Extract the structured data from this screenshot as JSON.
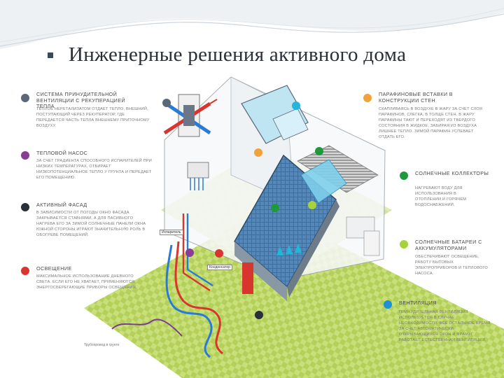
{
  "slide": {
    "title": "Инженерные решения активного дома",
    "colors": {
      "slate": "#5a6878",
      "purple": "#8a3c96",
      "dark": "#2b2f3a",
      "red": "#d9352f",
      "orange": "#f2a23a",
      "cyan": "#22b7d8",
      "green": "#1e9a3c",
      "lime": "#a6d23b",
      "blue": "#1f8fd6"
    }
  },
  "legend_left": [
    {
      "title": "Система принудительной вентиляции с рекуперацией тепла",
      "text": "Теплое неретализатом отдает тепло, внешний, поступающий через рекуператор, где передается часть тепла внешнему приточному воздуху."
    },
    {
      "title": "Тепловой насос",
      "text": "За счет градиента способного испарителей при низких температурах, отбирает низкопотенциальное тепло у грунта и передает его помещению."
    },
    {
      "title": "Активный фасад",
      "text": "В зависимости от погоды окно фасада закрывается ставнями, а для пасивного нагрева его за зимой солнечные панели окна южной стороны играют значительную роль в обогреве помещений."
    },
    {
      "title": "Освещение",
      "text": "Максимальное использование дневного света. Если его не хватает, применяются энергосберегающие приборы освещения."
    }
  ],
  "legend_right": [
    {
      "title": "Парафиновые вставки в конструкции стен",
      "text": "Скапливаясь в воздухе в жару за счет слоя парафинов, слегка, в толще стен. В жару парафины тают и переходят из твердого состояния в жидкое, забирая из воздуха лишнее тепло. Зимой парафин успевает отдать его."
    },
    {
      "title": "Солнечные коллекторы",
      "text": "Нагревают воду для использования в отоплении и горячем водоснабжении."
    },
    {
      "title": "Солнечные батареи с аккумуляторами",
      "text": "Обеспечивают освещение, работу бытовых электроприборов и теплового насоса."
    },
    {
      "title": "Вентиляция",
      "text": "Принудительная вентиляция используется в случае необходимости. Все остальное время за счет автоматически открывающихся окон и фрамуг работает естественная вентиляция."
    }
  ],
  "diagram_labels": {
    "evaporator": "Испаритель",
    "condenser": "Конденсатор",
    "ground_loop": "Трубопровод в грунте"
  }
}
